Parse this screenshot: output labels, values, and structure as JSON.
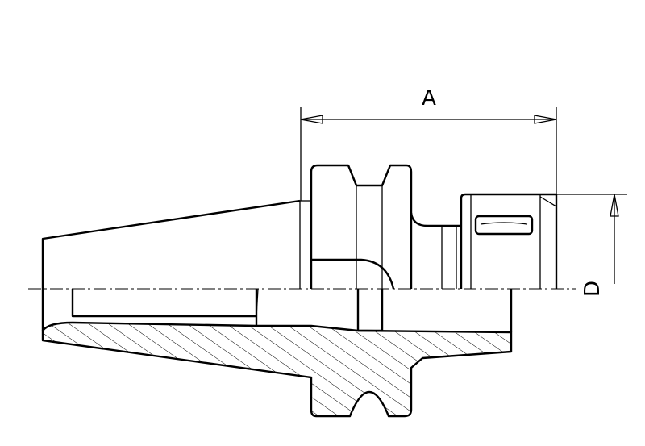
{
  "dimensions": [
    {
      "id": "A",
      "label": "A"
    },
    {
      "id": "D",
      "label": "D"
    }
  ],
  "colors": {
    "line": "#000000",
    "background": "#ffffff"
  }
}
